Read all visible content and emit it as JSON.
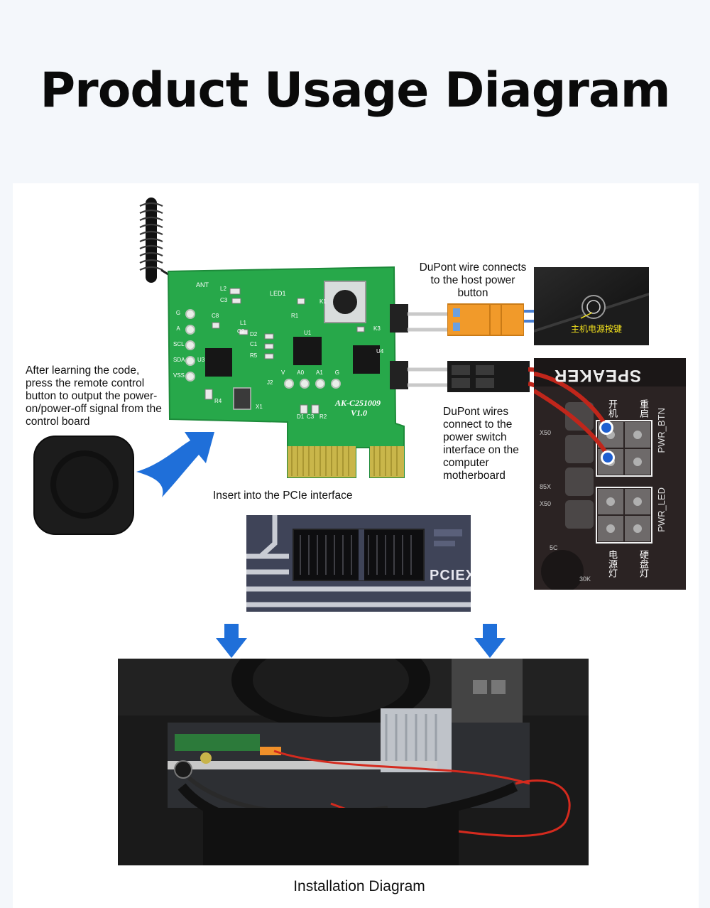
{
  "title": "Product Usage Diagram",
  "labels": {
    "remote": "After learning the code, press the remote control button to output the power-on/power-off signal from the control board",
    "pcie_insert": "Insert into the PCIe interface",
    "dupont_power": "DuPont wire connects to the host power button",
    "dupont_motherboard": "DuPont wires connect to the power switch interface on the computer motherboard",
    "installation": "Installation Diagram"
  },
  "board_silkscreen": {
    "ant": "ANT",
    "led1": "LED1",
    "model": "AK-C251009",
    "version": "V1.0",
    "side_pins": [
      "G",
      "A",
      "SCL",
      "SDA",
      "VSS"
    ],
    "header_pins": [
      "V",
      "A0",
      "A1",
      "G"
    ],
    "components": [
      "L2",
      "C3",
      "C8",
      "L1",
      "C2",
      "D2",
      "C1",
      "R5",
      "U3",
      "R4",
      "X1",
      "J2",
      "D1",
      "C3",
      "R2",
      "R1",
      "K1",
      "K3",
      "U1",
      "U4"
    ]
  },
  "power_button_photo": {
    "caption": "主机电源按键"
  },
  "motherboard_header_photo": {
    "texts": [
      "SPEAKER",
      "开机",
      "重启",
      "PWR_BTN",
      "PWR_LED",
      "电源灯",
      "硬盘灯",
      "X50",
      "X50",
      "85X",
      "30K",
      "5C"
    ]
  },
  "pcie_photo": {
    "text": "PCIEX"
  },
  "colors": {
    "pcb_green": "#27a84a",
    "arrow_blue": "#1f6fd9",
    "connector_orange": "#f19a2a",
    "wire_red": "#d42a1e",
    "background": "#f4f7fb"
  }
}
